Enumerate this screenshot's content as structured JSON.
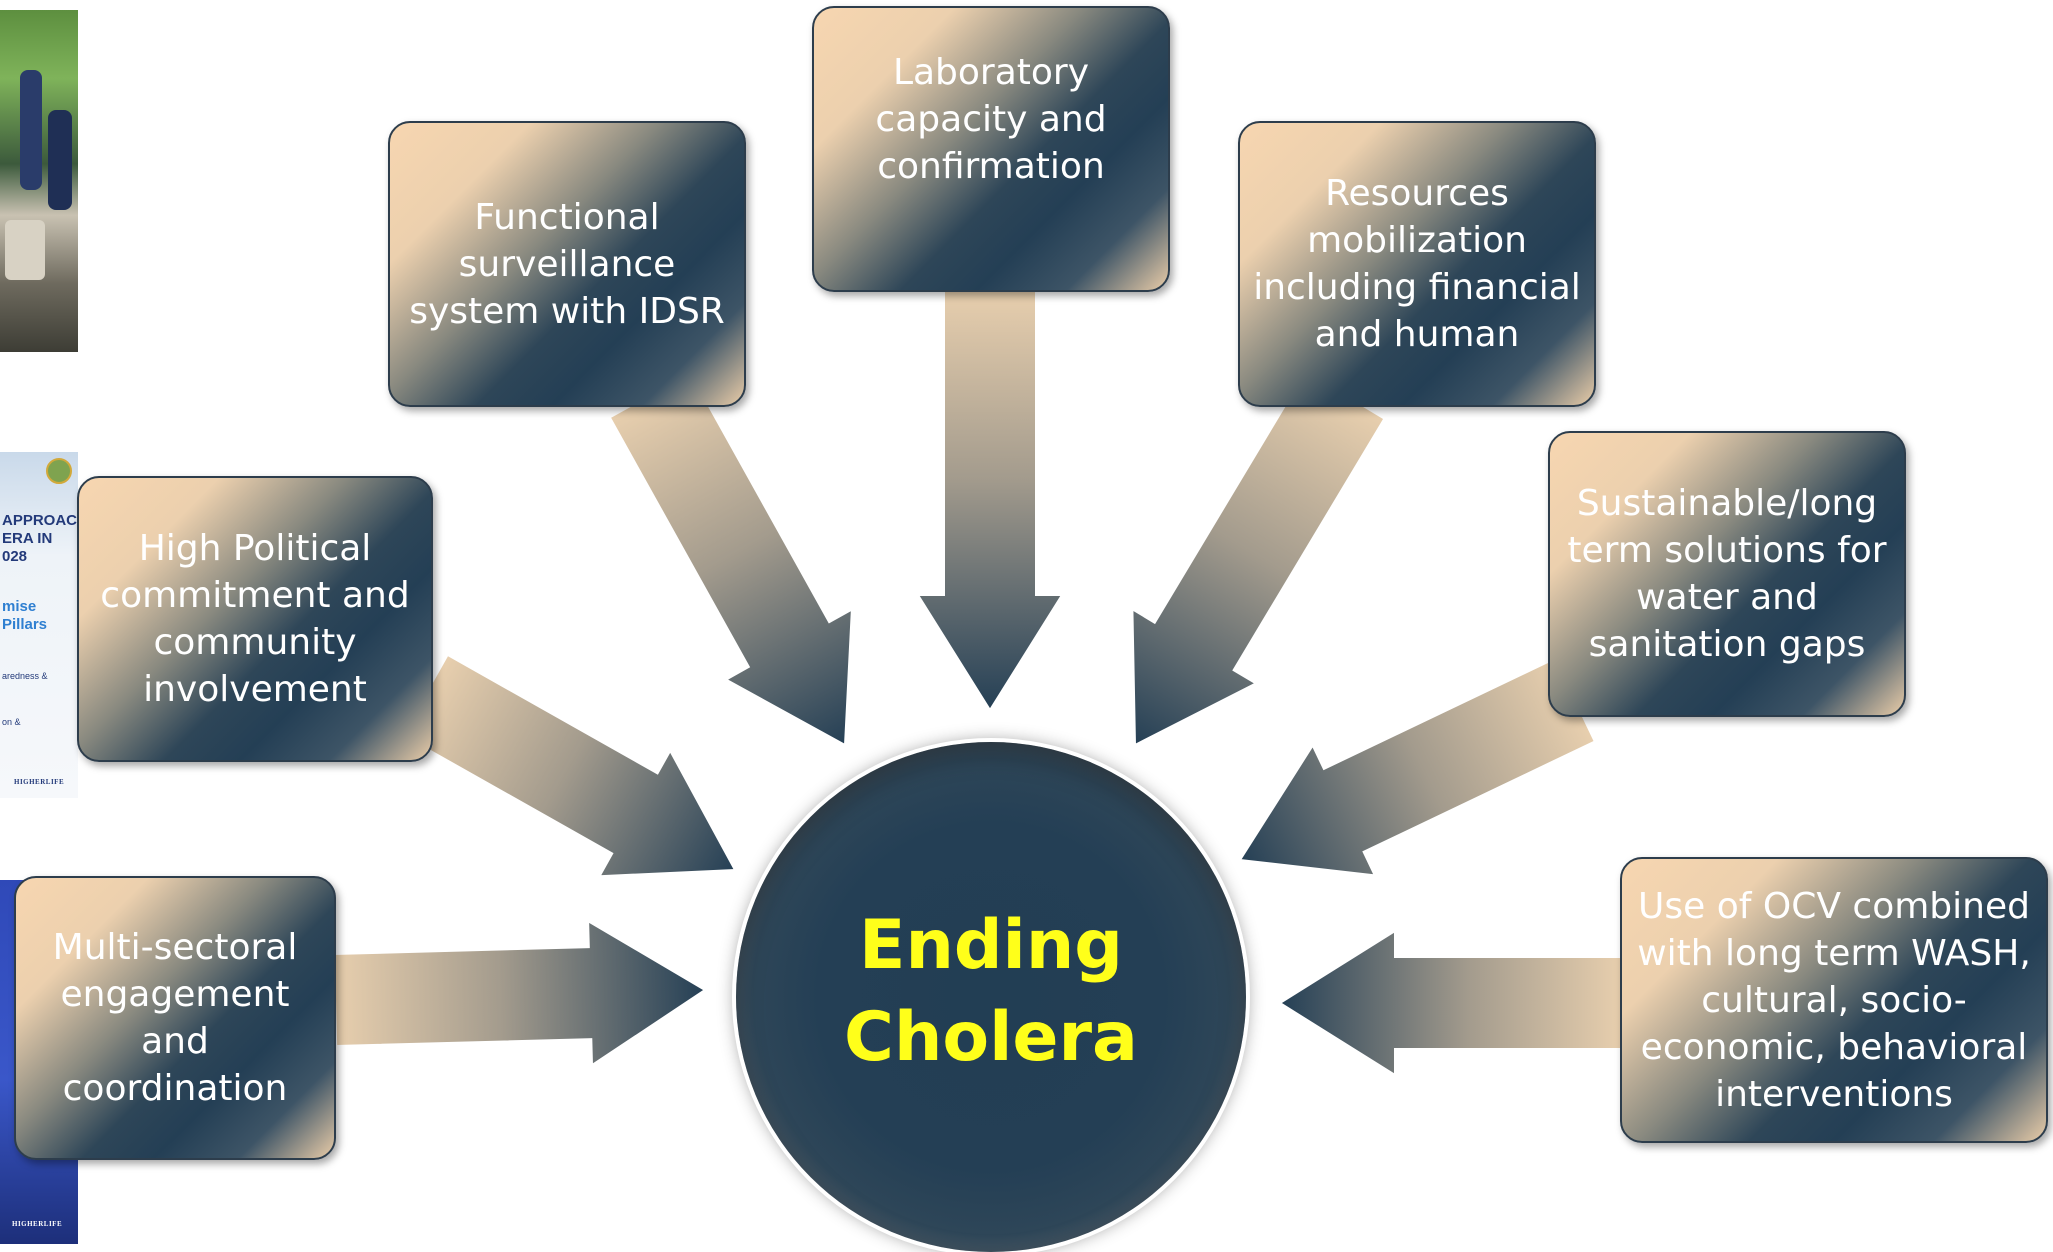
{
  "center": {
    "label_lines": [
      "Ending",
      "Cholera"
    ]
  },
  "boxes": {
    "surveillance": [
      "Functional",
      "surveillance",
      "system with IDSR"
    ],
    "laboratory": [
      "Laboratory",
      "capacity and",
      "confirmation"
    ],
    "resources": [
      "Resources",
      "mobilization",
      "including financial",
      "and human"
    ],
    "political": [
      "High Political",
      "commitment and",
      "community",
      "involvement"
    ],
    "sustainable": [
      "Sustainable/long",
      "term solutions for",
      "water and",
      "sanitation gaps"
    ],
    "multisectoral": [
      "Multi-sectoral",
      "engagement and",
      "coordination"
    ],
    "ocv": [
      "Use of OCV combined",
      "with long term WASH,",
      "cultural, socio-",
      "economic, behavioral",
      "interventions"
    ]
  },
  "side_photo_text": [
    "APPROACH",
    "ERA IN",
    "028",
    "mise",
    "Pillars",
    "aredness &",
    "on &"
  ],
  "logo_text": [
    "HIGHERLIFE",
    "HIGHERLIFE"
  ],
  "colors": {
    "navy": "#243f55",
    "peach": "#f7d6b0",
    "center_text": "#ffff1a"
  }
}
